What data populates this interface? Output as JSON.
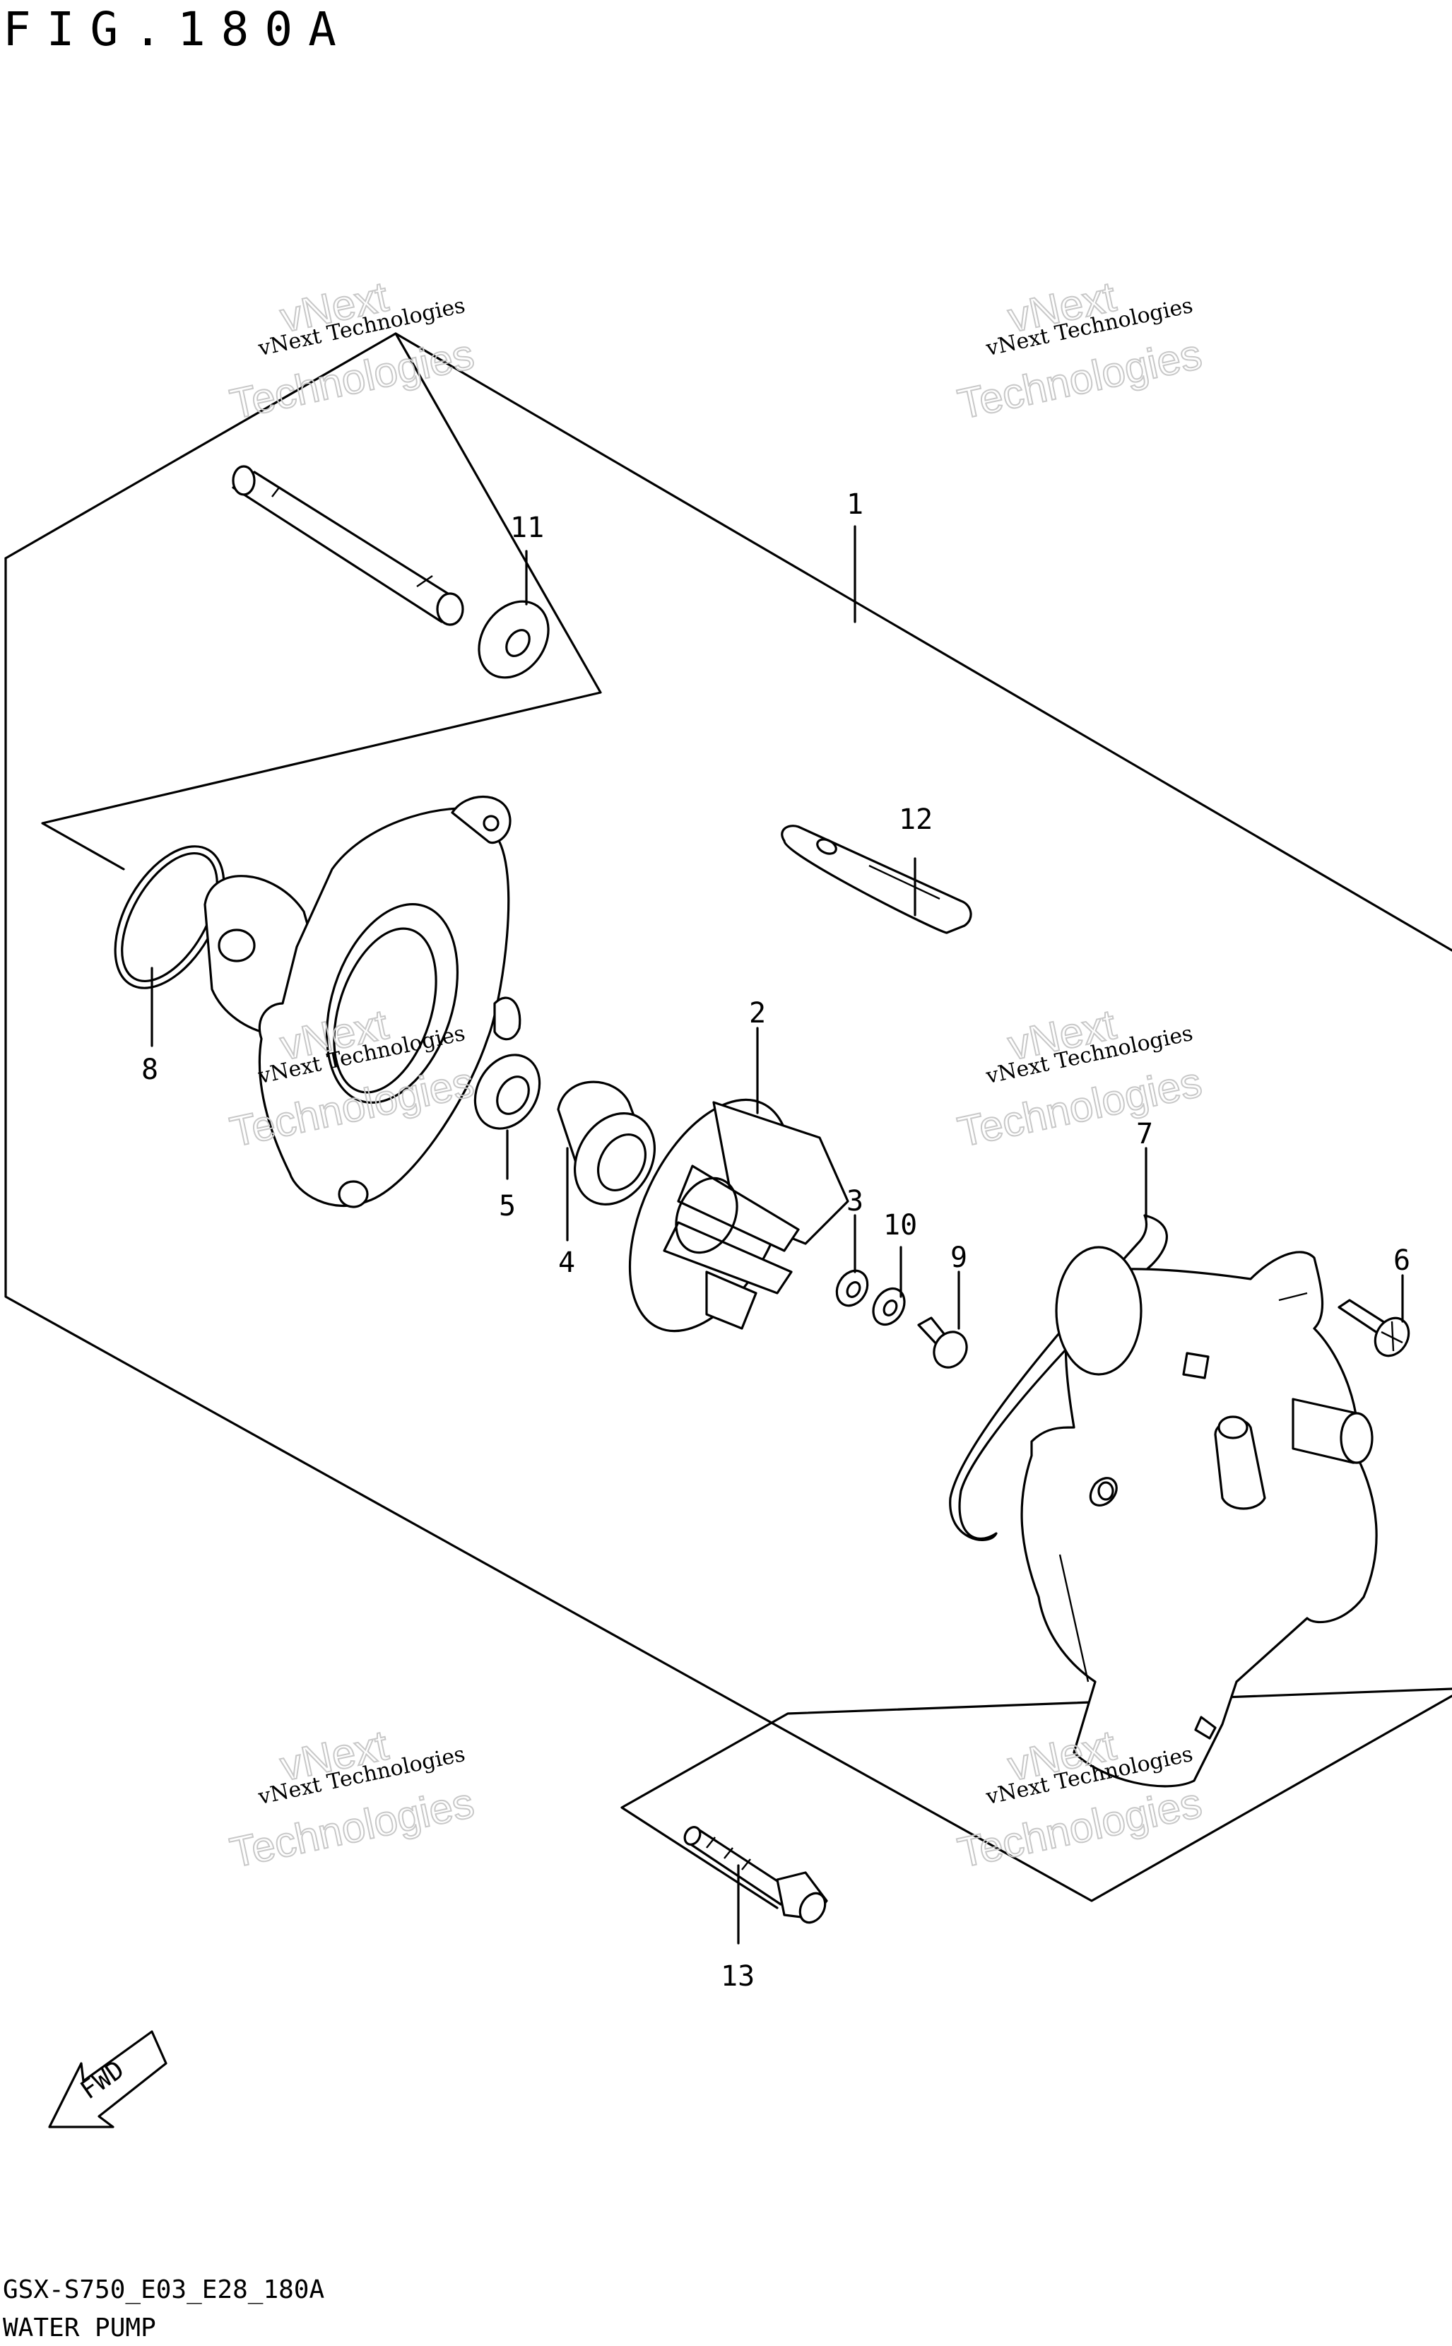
{
  "figure": {
    "title": "FIG.180A",
    "code": "GSX-S750_E03_E28_180A",
    "name": "WATER PUMP"
  },
  "watermark": {
    "line1": "vNext Technologies",
    "line2": "Technologies",
    "line3": "vNext"
  },
  "callouts": [
    "1",
    "2",
    "3",
    "4",
    "5",
    "6",
    "7",
    "8",
    "9",
    "10",
    "11",
    "12",
    "13"
  ],
  "fwd_label": "FWD"
}
